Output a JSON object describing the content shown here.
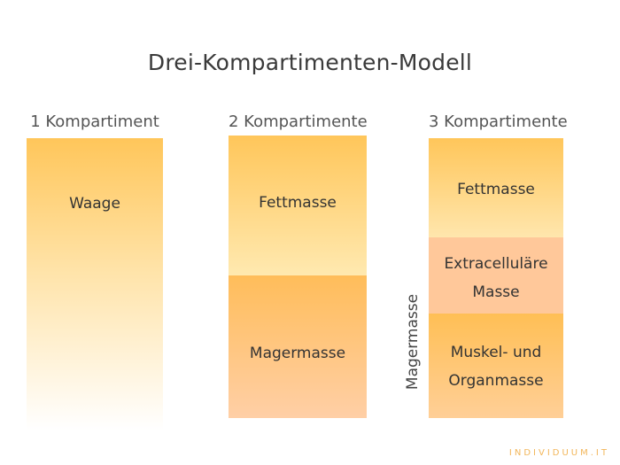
{
  "title": "Drei-Kompartimenten-Modell",
  "columns": [
    {
      "heading": "1 Kompartiment",
      "blocks": [
        {
          "lines": [
            "Waage"
          ]
        }
      ]
    },
    {
      "heading": "2 Kompartimente",
      "blocks": [
        {
          "lines": [
            "Fettmasse"
          ]
        },
        {
          "lines": [
            "Magermasse"
          ]
        }
      ]
    },
    {
      "heading": "3 Kompartimente",
      "blocks": [
        {
          "lines": [
            "Fettmasse"
          ]
        },
        {
          "lines": [
            "Extracelluläre",
            "Masse"
          ]
        },
        {
          "lines": [
            "Muskel- und",
            "Organmasse"
          ]
        }
      ]
    }
  ],
  "side_label": "Magermasse",
  "brand": "INDIVIDUUM.IT",
  "colors": {
    "yellow": "#ffc65a",
    "light_yellow": "#ffe9b0",
    "orange": "#ffbd5a",
    "peach": "#ffc89a",
    "brand": "#f2b65a"
  }
}
